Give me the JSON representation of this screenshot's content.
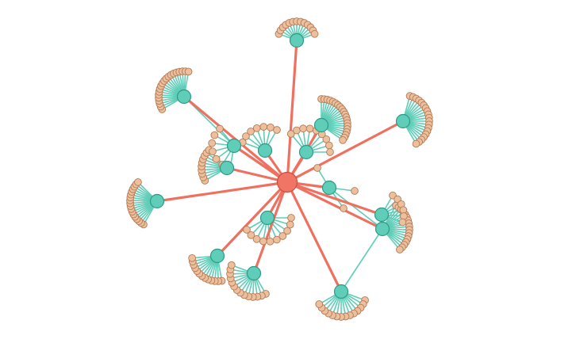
{
  "graph": {
    "type": "network",
    "colors": {
      "hub": "#f07565",
      "hub_edge": "#f07060",
      "cluster_center": "#5fcdb8",
      "leaf": "#eebf9c",
      "leaf_edge": "#5fcdb8"
    },
    "hub": {
      "id": "hub"
    },
    "clusters": [
      {
        "id": "c-top",
        "leaves": 13
      },
      {
        "id": "c-upper-left",
        "leaves": 20
      },
      {
        "id": "c-upper-mid",
        "leaves": 20
      },
      {
        "id": "c-right-upper",
        "leaves": 19
      },
      {
        "id": "c-left-mid",
        "leaves": 10
      },
      {
        "id": "c-left",
        "leaves": 18
      },
      {
        "id": "c-lower-left",
        "leaves": 13
      },
      {
        "id": "c-bottom-left",
        "leaves": 14
      },
      {
        "id": "c-bottom",
        "leaves": 14
      },
      {
        "id": "c-right-lower",
        "leaves": 17
      },
      {
        "id": "c-center-mid",
        "leaves": 10
      },
      {
        "id": "c-mid-left",
        "leaves": 7
      },
      {
        "id": "c-mid-left-2",
        "leaves": 7
      },
      {
        "id": "c-mid-right",
        "leaves": 9
      },
      {
        "id": "c-right-mid",
        "leaves": 6
      }
    ]
  }
}
